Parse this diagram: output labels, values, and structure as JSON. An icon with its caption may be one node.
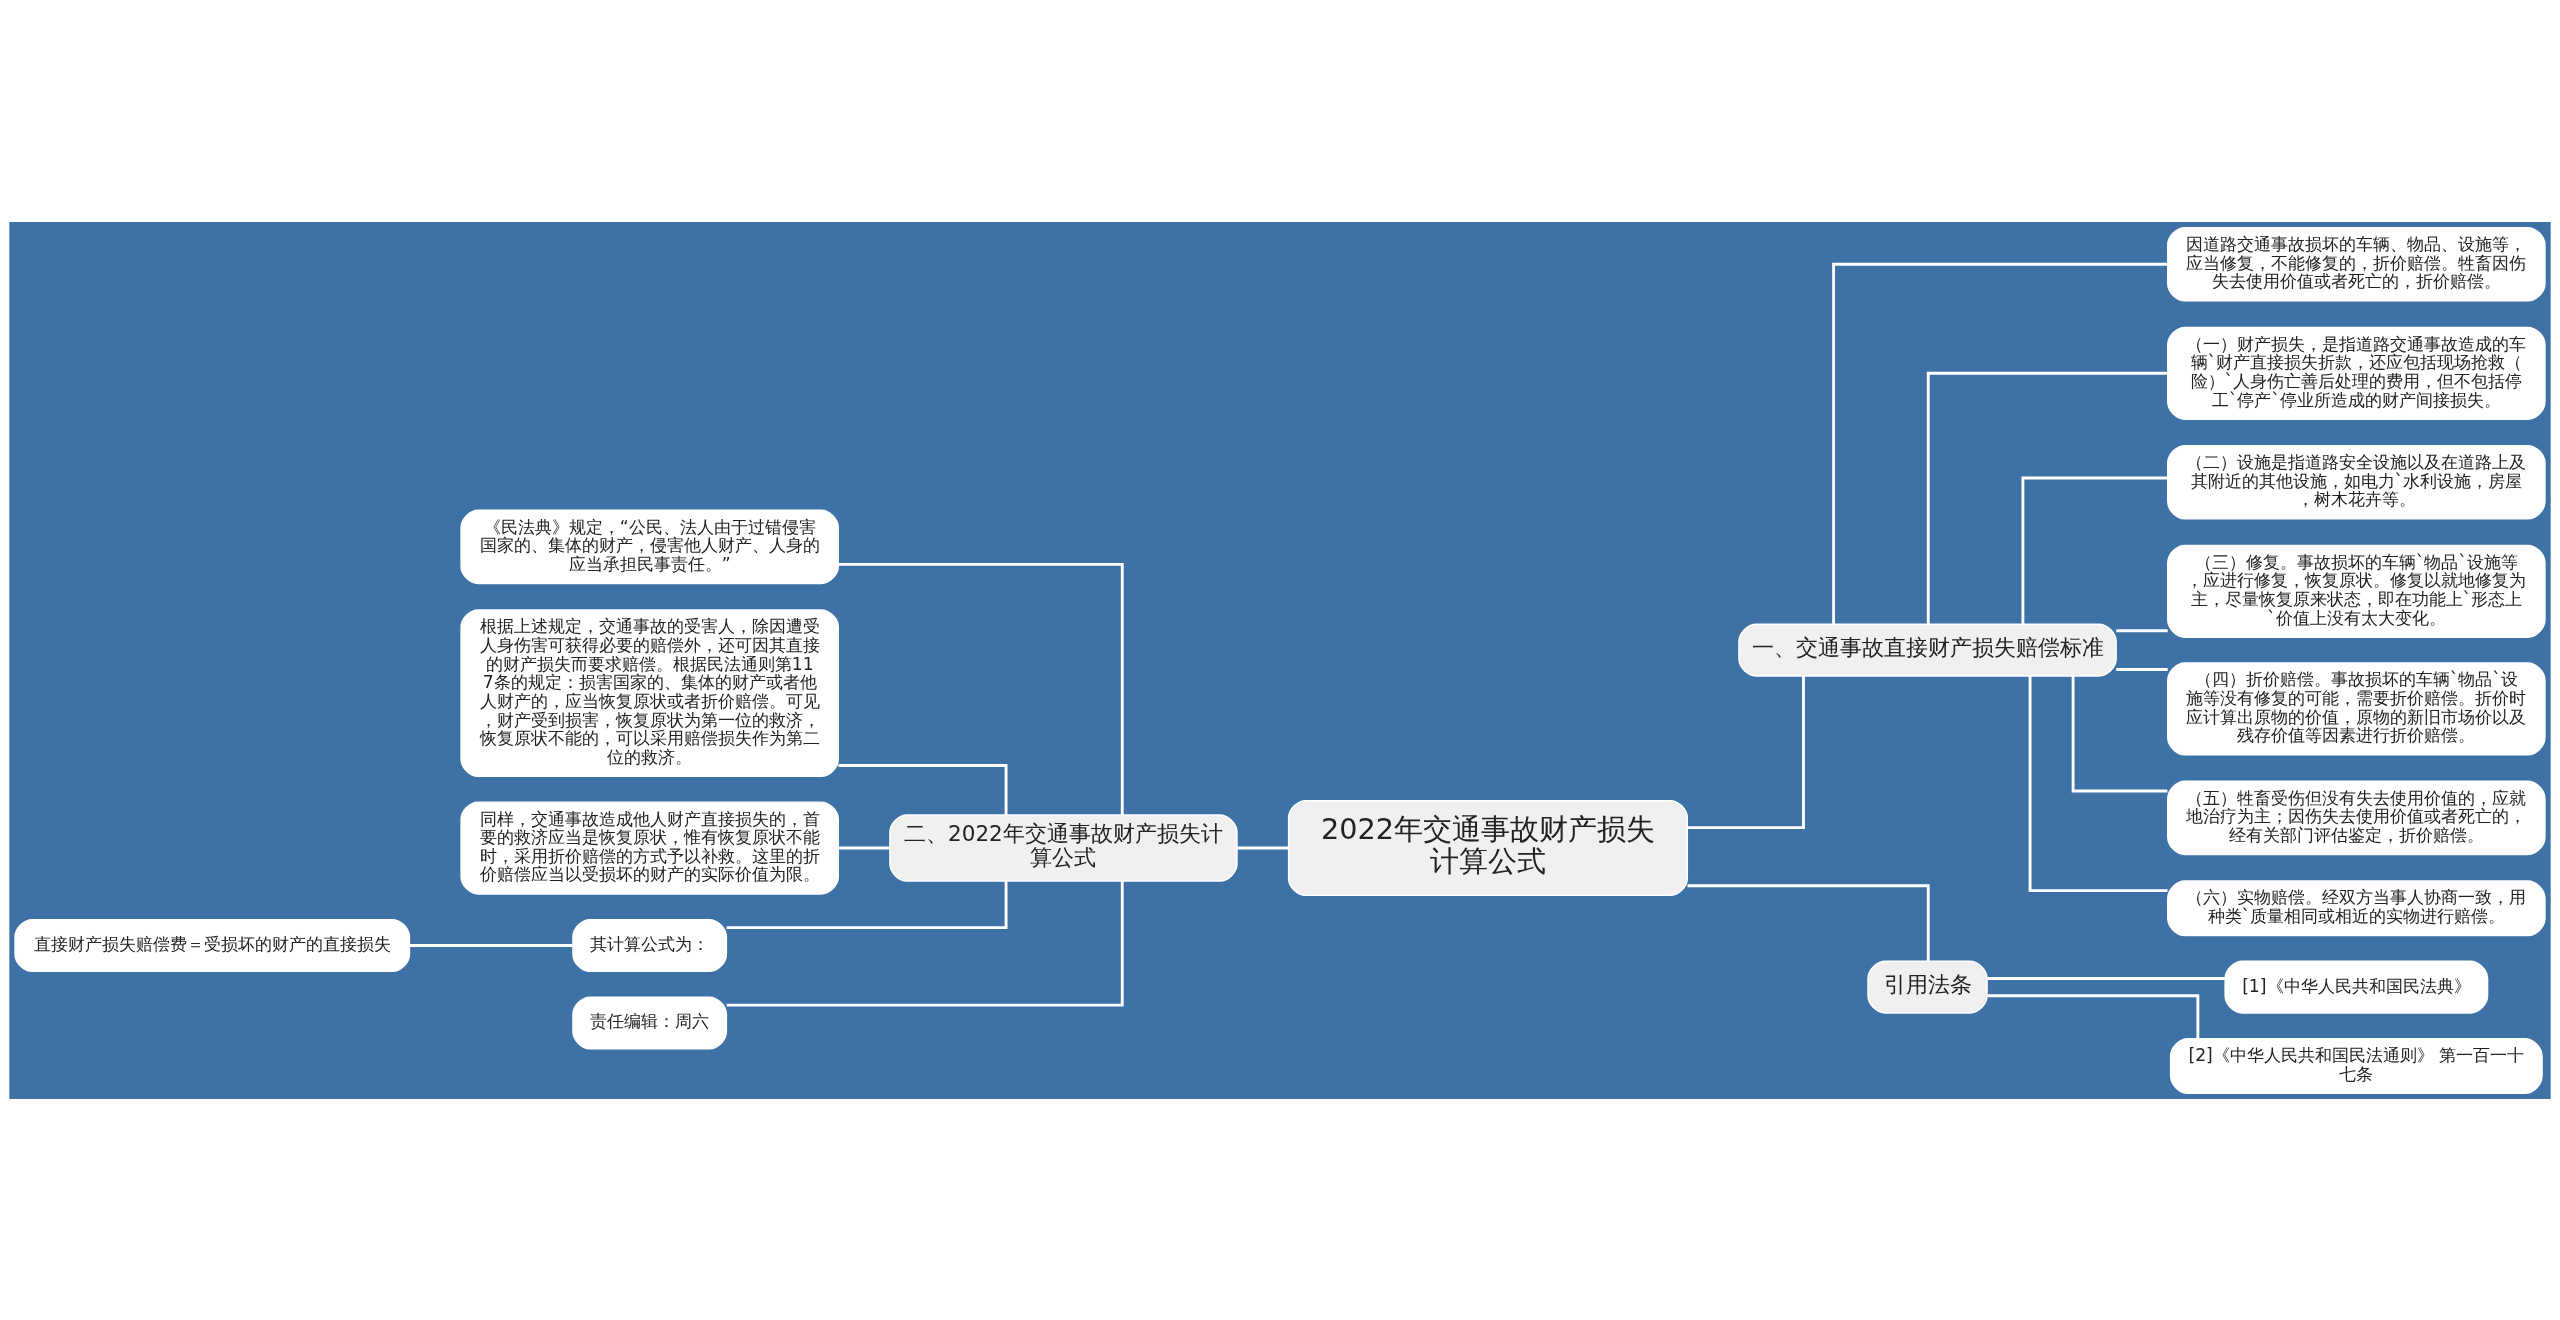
{
  "diagram": {
    "nodes": [
      {
        "text": [
          "2022年交通事故财产损失计算公式"
        ]
      },
      {
        "text": [
          "一、交通事故直接财产损失赔偿标准"
        ]
      },
      {
        "text": [
          "因道路交通事故损坏的车辆、物品、设施等，应当修复，不能修复的，折价赔偿。牲畜因伤失去使用价值或者死亡的，折价赔偿。"
        ]
      },
      {
        "text": [
          "（一）财产损失，是指道路交通事故造成的车辆`财产直接损失折款，还应包括现场抢救（险）`人身伤亡善后处理的费用，但不包括停工`停产`停业所造成的财产间接损失。"
        ]
      },
      {
        "text": [
          "（二）设施是指道路安全设施以及在道路上及其附近的其他设施，如电力`水利设施，房屋，树木花卉等。"
        ]
      },
      {
        "text": [
          "（三）修复。事故损坏的车辆`物品`设施等，应进行修复，恢复原状。修复以就地修复为主，尽量恢复原来状态，即在功能上`形态上`价值上没有太大变化。"
        ]
      },
      {
        "text": [
          "（四）折价赔偿。事故损坏的车辆`物品`设施等没有修复的可能，需要折价赔偿。折价时应计算出原物的价值，原物的新旧市场价以及残存价值等因素进行折价赔偿。"
        ]
      },
      {
        "text": [
          "（五）牲畜受伤但没有失去使用价值的，应就地治疗为主；因伤失去使用价值或者死亡的，经有关部门评估鉴定，折价赔偿。"
        ]
      },
      {
        "text": [
          "（六）实物赔偿。经双方当事人协商一致，用种类`质量相同或相近的实物进行赔偿。"
        ]
      },
      {
        "text": [
          "引用法条"
        ]
      },
      {
        "text": [
          "[1]《中华人民共和国民法典》"
        ]
      },
      {
        "text": [
          "[2]《中华人民共和国民法通则》 第一百一十七条"
        ]
      },
      {
        "text": [
          "二、2022年交通事故财产损失计算公式"
        ]
      },
      {
        "text": [
          "《民法典》规定，“公民、法人由于过错侵害国家的、集体的财产，侵害他人财产、人身的应当承担民事责任。”"
        ]
      },
      {
        "text": [
          "根据上述规定，交通事故的受害人，除因遭受人身伤害可获得必要的赔偿外，还可因其直接的财产损失而要求赔偿。根据民法通则第117条的规定：损害国家的、集体的财产或者他人财产的，应当恢复原状或者折价赔偿。可见，财产受到损害，恢复原状为第一位的救济，恢复原状不能的，可以采用赔偿损失作为第二位的救济。"
        ]
      },
      {
        "text": [
          "同样，交通事故造成他人财产直接损失的，首要的救济应当是恢复原状，惟有恢复原状不能时，采用折价赔偿的方式予以补救。这里的折价赔偿应当以受损坏的财产的实际价值为限。"
        ]
      },
      {
        "text": [
          "其计算公式为："
        ]
      },
      {
        "text": [
          "直接财产损失赔偿费＝受损坏的财产的直接损失"
        ]
      },
      {
        "text": [
          "责任编辑：周六"
        ]
      }
    ],
    "edges": [
      {
        "from": 0,
        "to": 1,
        "arrow": "none"
      },
      {
        "from": 1,
        "to": 2,
        "arrow": "none"
      },
      {
        "from": 1,
        "to": 3,
        "arrow": "none"
      },
      {
        "from": 1,
        "to": 4,
        "arrow": "none"
      },
      {
        "from": 1,
        "to": 5,
        "arrow": "none"
      },
      {
        "from": 1,
        "to": 6,
        "arrow": "none"
      },
      {
        "from": 1,
        "to": 7,
        "arrow": "none"
      },
      {
        "from": 1,
        "to": 8,
        "arrow": "none"
      },
      {
        "from": 0,
        "to": 9,
        "arrow": "none"
      },
      {
        "from": 9,
        "to": 10,
        "arrow": "none"
      },
      {
        "from": 9,
        "to": 11,
        "arrow": "none"
      },
      {
        "from": 0,
        "to": 12,
        "arrow": "none"
      },
      {
        "from": 12,
        "to": 13,
        "arrow": "none"
      },
      {
        "from": 12,
        "to": 14,
        "arrow": "none"
      },
      {
        "from": 12,
        "to": 15,
        "arrow": "none"
      },
      {
        "from": 12,
        "to": 16,
        "arrow": "none"
      },
      {
        "from": 16,
        "to": 17,
        "arrow": "none"
      },
      {
        "from": 12,
        "to": 18,
        "arrow": "none"
      }
    ]
  }
}
